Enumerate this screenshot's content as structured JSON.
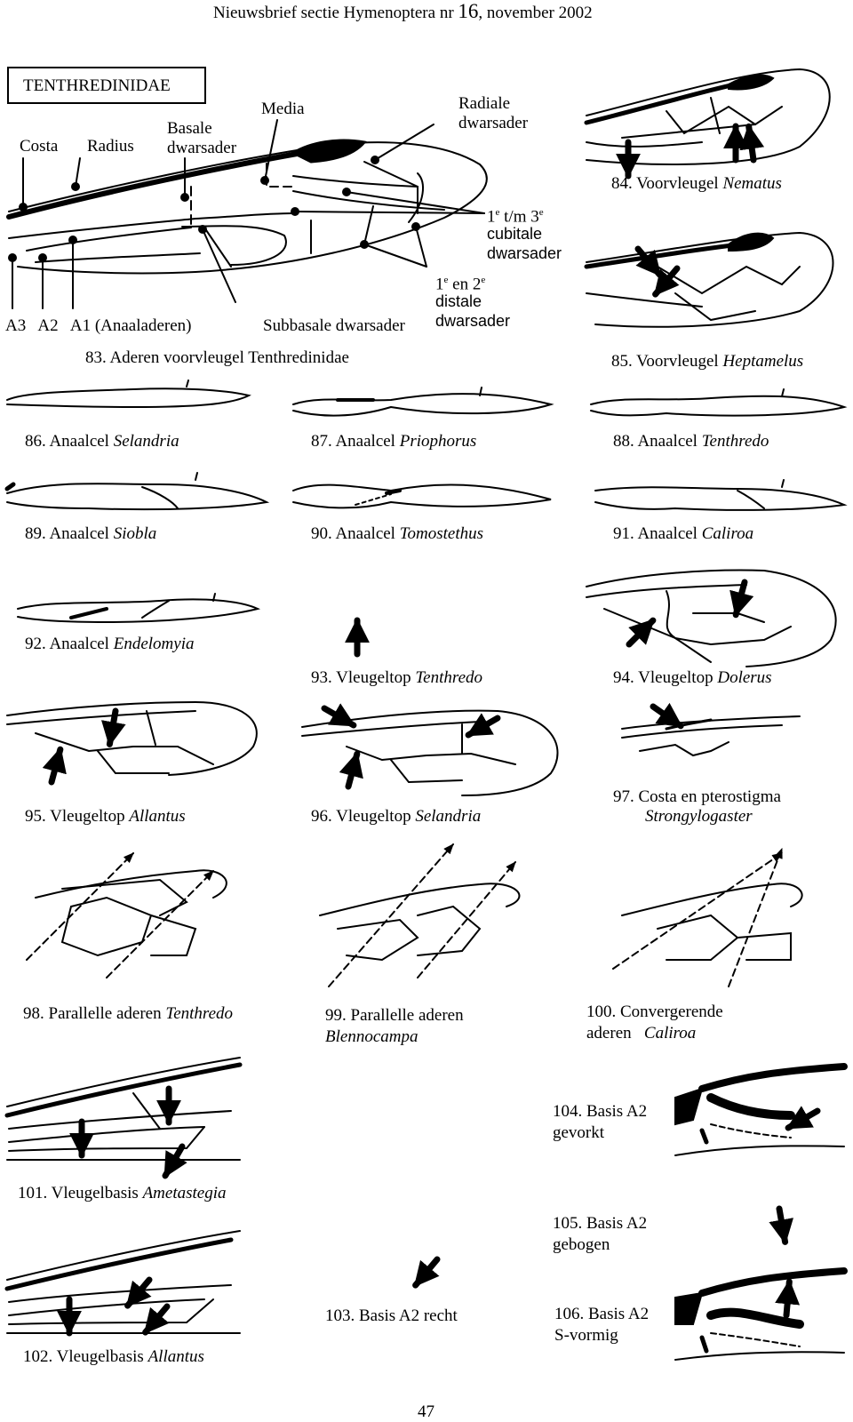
{
  "header": {
    "title": "Nieuwsbrief sectie Hymenoptera nr ",
    "issue": "16",
    "date": ", november 2002"
  },
  "fig83": {
    "box_title": "TENTHREDINIDAE",
    "costa": "Costa",
    "radius": "Radius",
    "basale_1": "Basale",
    "basale_2": "dwarsader",
    "media": "Media",
    "radiale_1": "Radiale",
    "radiale_2": "dwarsader",
    "cub_1a": "1",
    "cub_1sup": "e",
    "cub_1b": " t/m 3",
    "cub_1sup2": "e",
    "cub_2": "cubitale",
    "cub_3": "dwarsader",
    "dist_1a": "1",
    "dist_1sup": "e",
    "dist_1b": " en 2",
    "dist_1sup2": "e",
    "dist_2": "distale",
    "dist_3": "dwarsader",
    "anal": "A3   A2   A1 (Anaaladeren)",
    "subbasale": "Subbasale dwarsader",
    "caption": "83. Aderen voorvleugel Tenthredinidae"
  },
  "captions": [
    {
      "num": "84. Voorvleugel ",
      "name": "Nematus"
    },
    {
      "num": "85. Voorvleugel ",
      "name": "Heptamelus"
    },
    {
      "num": "86. Anaalcel ",
      "name": "Selandria"
    },
    {
      "num": "87. Anaalcel ",
      "name": "Priophorus"
    },
    {
      "num": "88. Anaalcel ",
      "name": "Tenthredo"
    },
    {
      "num": "89. Anaalcel ",
      "name": "Siobla"
    },
    {
      "num": "90. Anaalcel ",
      "name": "Tomostethus"
    },
    {
      "num": "91. Anaalcel ",
      "name": "Caliroa"
    },
    {
      "num": "92. Anaalcel ",
      "name": "Endelomyia"
    },
    {
      "num": "93. Vleugeltop ",
      "name": "Tenthredo"
    },
    {
      "num": "94. Vleugeltop ",
      "name": "Dolerus"
    },
    {
      "num": "95. Vleugeltop ",
      "name": "Allantus"
    },
    {
      "num": "96. Vleugeltop ",
      "name": "Selandria"
    },
    {
      "num": "97. Costa en pterostigma",
      "name": "Strongylogaster"
    },
    {
      "num": "98. Parallelle aderen ",
      "name": "Tenthredo"
    },
    {
      "num": "99. Parallelle aderen",
      "name": "Blennocampa"
    },
    {
      "num": "100. Convergerende",
      "num2": "aderen   ",
      "name": "Caliroa"
    },
    {
      "num": "101. Vleugelbasis ",
      "name": "Ametastegia"
    },
    {
      "num": "102. Vleugelbasis ",
      "name": "Allantus"
    },
    {
      "num": "103. Basis A2 recht"
    },
    {
      "num": "104. Basis A2",
      "num2": "gevorkt"
    },
    {
      "num": "105. Basis A2",
      "num2": "gebogen"
    },
    {
      "num": "106. Basis A2",
      "num2": "S-vormig"
    }
  ],
  "footer": {
    "page": "47"
  }
}
